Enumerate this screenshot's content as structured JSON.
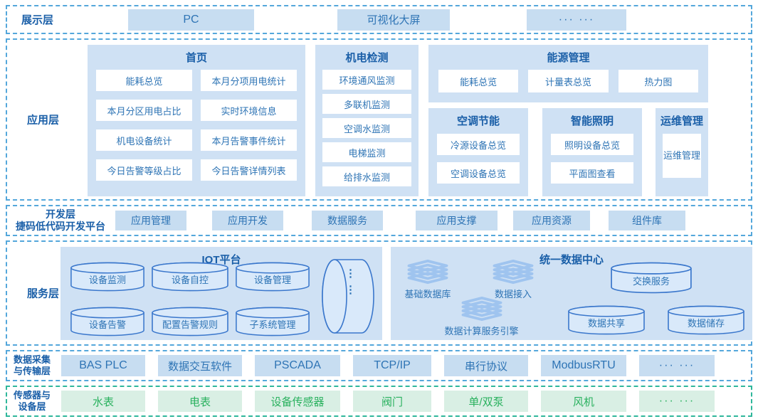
{
  "colors": {
    "border_blue": "#54a7db",
    "border_green": "#2fb79b",
    "panel_fill": "#cfe1f4",
    "chip_fill": "#c7ddf1",
    "text_blue": "#2e74b5",
    "header_blue": "#1a5fa8",
    "sensor_chip_fill": "#d9efe4",
    "sensor_text_green": "#29b15e",
    "cylinder_stroke": "#3a77cc",
    "stack_icon": "#9fc4ef"
  },
  "layers": {
    "display": {
      "label": "展示层",
      "items": [
        "PC",
        "可视化大屏",
        "··· ···"
      ]
    },
    "application": {
      "label": "应用层",
      "home": {
        "title": "首页",
        "items": [
          "能耗总览",
          "本月分项用电统计",
          "本月分区用电占比",
          "实时环境信息",
          "机电设备统计",
          "本月告警事件统计",
          "今日告警等级占比",
          "今日告警详情列表"
        ]
      },
      "mechatronics": {
        "title": "机电检测",
        "items": [
          "环境通风监测",
          "多联机监测",
          "空调水监测",
          "电梯监测",
          "给排水监测"
        ]
      },
      "energy": {
        "title": "能源管理",
        "items": [
          "能耗总览",
          "计量表总览",
          "热力图"
        ]
      },
      "hvac": {
        "title": "空调节能",
        "items": [
          "冷源设备总览",
          "空调设备总览"
        ]
      },
      "lighting": {
        "title": "智能照明",
        "items": [
          "照明设备总览",
          "平面图查看"
        ]
      },
      "ops": {
        "title": "运维管理",
        "items": [
          "运维管理"
        ]
      }
    },
    "development": {
      "label_line1": "开发层",
      "label_line2": "捷码低代码开发平台",
      "items": [
        "应用管理",
        "应用开发",
        "数据服务",
        "应用支撑",
        "应用资源",
        "组件库"
      ]
    },
    "service": {
      "label": "服务层",
      "iot": {
        "title": "IOT平台",
        "row1": [
          "设备监测",
          "设备自控",
          "设备管理"
        ],
        "row2": [
          "设备告警",
          "配置告警规则",
          "子系统管理"
        ],
        "more": [
          "⋮",
          "⋮"
        ]
      },
      "datacenter": {
        "title": "统一数据中心",
        "stacks": [
          "基础数据库",
          "数据接入",
          "数据计算服务引擎"
        ],
        "cylinders": [
          "交换服务",
          "数据共享",
          "数据储存"
        ]
      }
    },
    "transport": {
      "label_line1": "数据采集",
      "label_line2": "与传输层",
      "items": [
        "BAS PLC",
        "数据交互软件",
        "PSCADA",
        "TCP/IP",
        "串行协议",
        "ModbusRTU",
        "··· ···"
      ]
    },
    "sensor": {
      "label_line1": "传感器与",
      "label_line2": "设备层",
      "items": [
        "水表",
        "电表",
        "设备传感器",
        "阀门",
        "单/双泵",
        "风机",
        "··· ···"
      ]
    }
  }
}
